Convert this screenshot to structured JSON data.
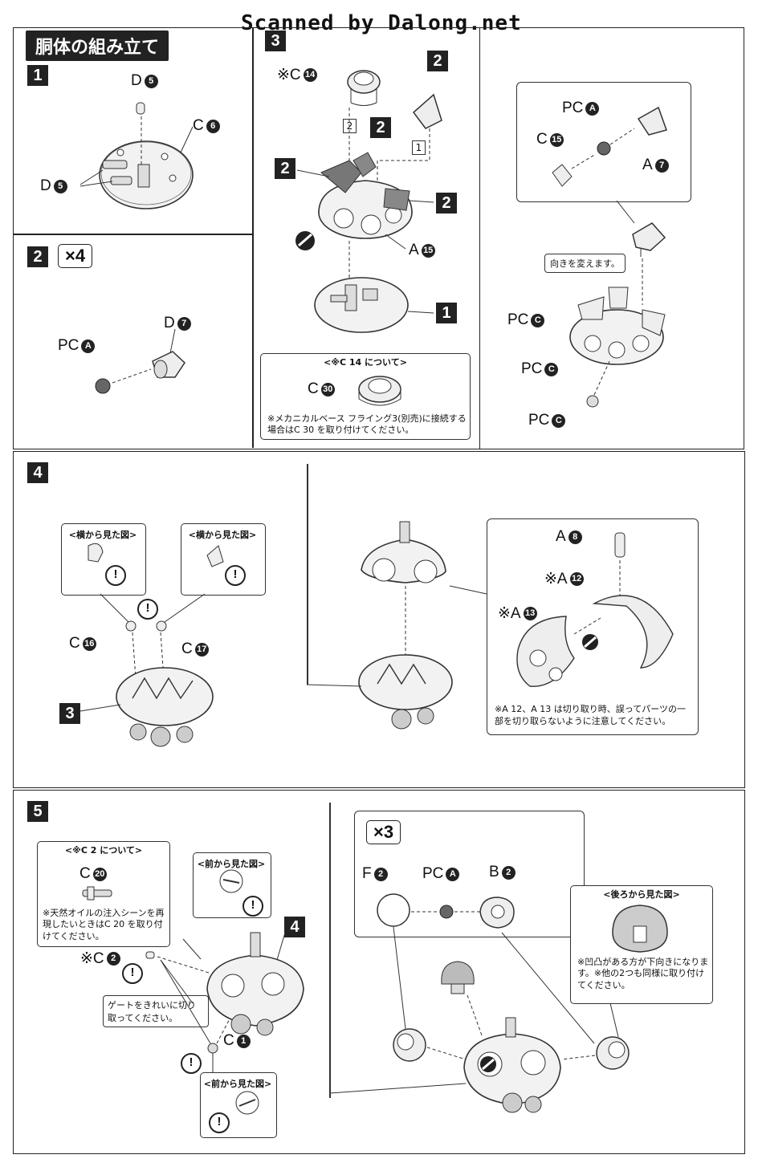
{
  "watermark": "Scanned by Dalong.net",
  "section_title": "胴体の組み立て",
  "steps": {
    "s1": "1",
    "s2": "2",
    "s2_mult": "×4",
    "s3": "3",
    "s4": "4",
    "s5": "5",
    "s5_mult": "×3"
  },
  "labels": {
    "d5_top": "D",
    "d5_top_n": "5",
    "c6": "C",
    "c6_n": "6",
    "d5_left": "D",
    "d5_left_n": "5",
    "pca_s2": "PC",
    "pca_s2_n": "A",
    "d7": "D",
    "d7_n": "7",
    "c14": "※C",
    "c14_n": "14",
    "s3_ref2_a": "2",
    "s3_ref2_b": "2",
    "s3_ref2_c": "2",
    "s3_ref2_d": "2",
    "s3_ref1": "1",
    "s3_box2": "2",
    "s3_box1": "1",
    "a15": "A",
    "a15_n": "15",
    "pca_s3": "PC",
    "pca_s3_n": "A",
    "c15": "C",
    "c15_n": "15",
    "a7": "A",
    "a7_n": "7",
    "pcc1": "PC",
    "pcc1_n": "C",
    "pcc2": "PC",
    "pcc2_n": "C",
    "pcc3": "PC",
    "pcc3_n": "C",
    "c16": "C",
    "c16_n": "16",
    "c17": "C",
    "c17_n": "17",
    "s4_ref3": "3",
    "a8": "A",
    "a8_n": "8",
    "a12": "※A",
    "a12_n": "12",
    "a13": "※A",
    "a13_n": "13",
    "c2": "※C",
    "c2_n": "2",
    "c1": "C",
    "c1_n": "1",
    "s5_ref4": "4",
    "f2": "F",
    "f2_n": "2",
    "pca_s5": "PC",
    "pca_s5_n": "A",
    "b2": "B",
    "b2_n": "2",
    "c30": "C",
    "c30_n": "30",
    "c20": "C",
    "c20_n": "20"
  },
  "notes": {
    "turn": "向きを変えます。",
    "c14_title": "<※C 14 について>",
    "c14_body": "※メカニカルベース フライング3(別売)に接続する場合はC 30 を取り付けてください。",
    "side_view_1": "<横から見た図>",
    "side_view_2": "<横から見た図>",
    "a12_a13_note": "※A 12、A 13 は切り取り時、誤ってパーツの一部を切り取らないように注意してください。",
    "c2_title": "<※C 2 について>",
    "c2_body": "※天然オイルの注入シーンを再現したいときはC 20 を取り付けてください。",
    "front_view_1": "<前から見た図>",
    "front_view_2": "<前から見た図>",
    "gate_note": "ゲートをきれいに切り取ってください。",
    "back_view": "<後ろから見た図>",
    "back_body": "※凹凸がある方が下向きになります。※他の2つも同様に取り付けてください。"
  },
  "icons": [
    "exclamation-icon",
    "nipper-icon",
    "arrow-icon"
  ]
}
